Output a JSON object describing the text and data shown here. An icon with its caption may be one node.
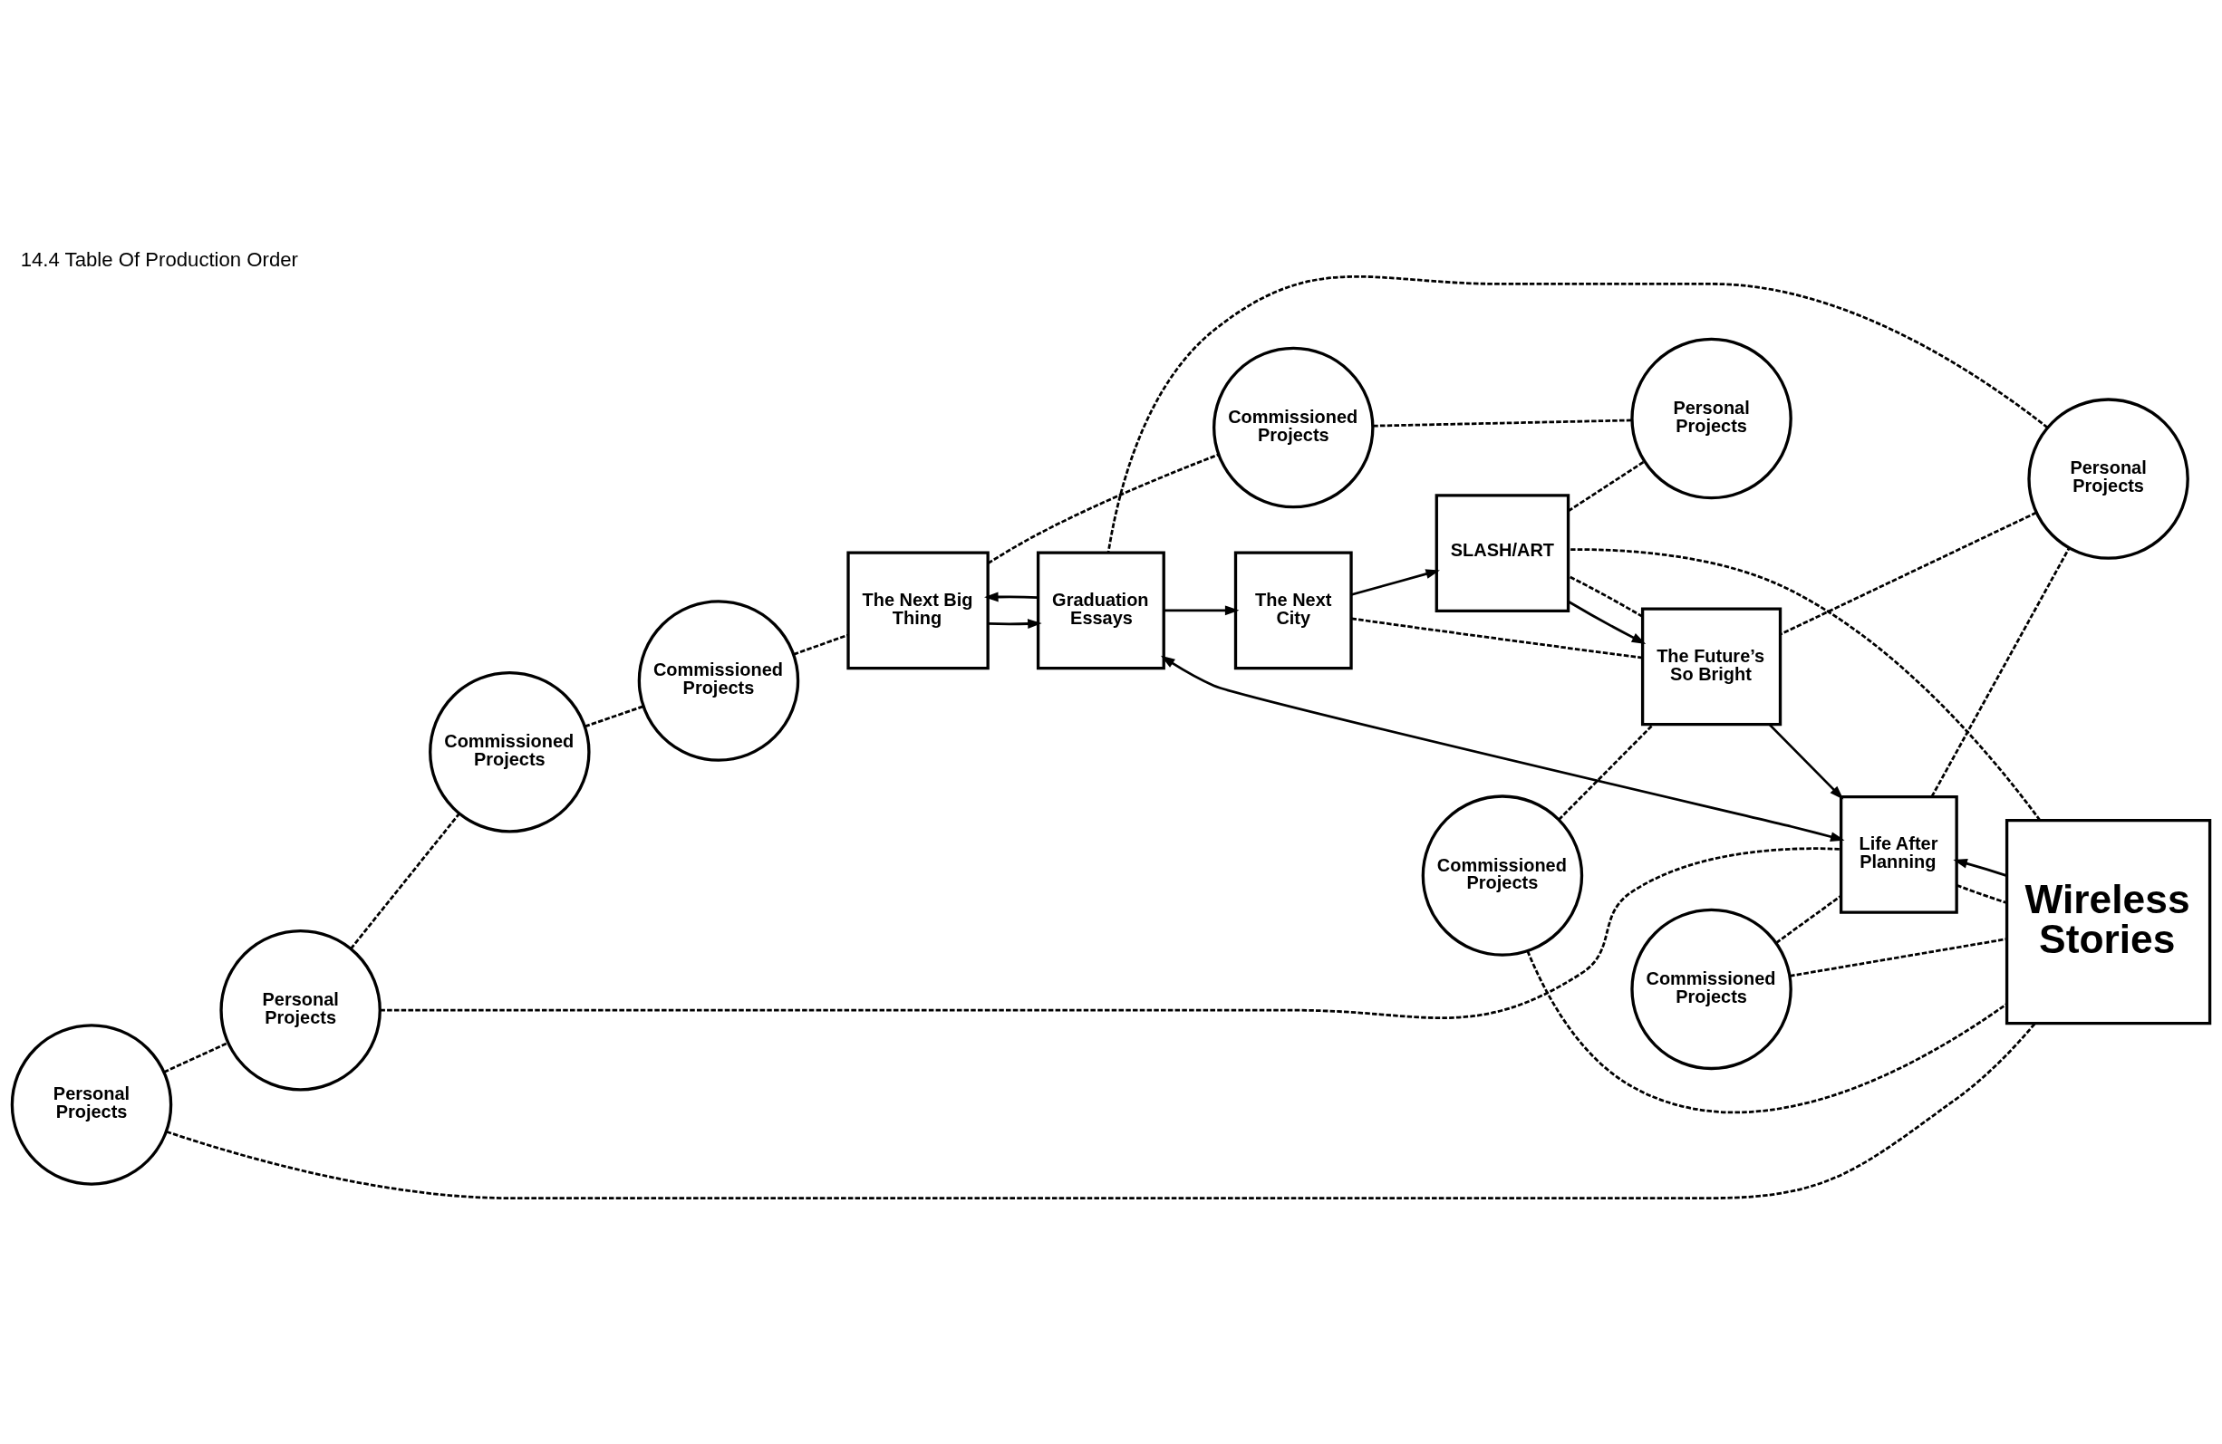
{
  "diagram": {
    "title": "14.4 Table Of Production Order",
    "nodes": [
      {
        "text": [
          "Personal Projects"
        ]
      },
      {
        "text": [
          "Commissioned Projects"
        ]
      },
      {
        "text": [
          "Commissioned Projects"
        ]
      },
      {
        "text": [
          "The Next Big Thing"
        ]
      },
      {
        "text": [
          "Commissioned Projects"
        ]
      },
      {
        "text": [
          "Personal Projects"
        ]
      },
      {
        "text": [
          "Life After Planning"
        ]
      },
      {
        "text": [
          "Graduation Essays"
        ]
      },
      {
        "text": [
          "Personal Projects"
        ]
      },
      {
        "text": [
          "Commissioned Projects"
        ]
      },
      {
        "text": [
          "Wireless Stories"
        ]
      },
      {
        "text": [
          "The Future’s So Bright"
        ]
      },
      {
        "text": [
          "The Next City"
        ]
      },
      {
        "text": [
          "Commissioned Projects"
        ]
      },
      {
        "text": [
          "SLASH/ART"
        ]
      },
      {
        "text": [
          "Personal Projects"
        ]
      }
    ],
    "edges": [
      {
        "from": 5,
        "to": 0,
        "arrow": "none",
        "style": "dashed"
      },
      {
        "from": 0,
        "to": 1,
        "arrow": "none",
        "style": "dashed"
      },
      {
        "from": 1,
        "to": 2,
        "arrow": "none",
        "style": "dashed"
      },
      {
        "from": 2,
        "to": 3,
        "arrow": "none",
        "style": "dashed"
      },
      {
        "from": 4,
        "to": 6,
        "arrow": "none",
        "style": "dashed"
      },
      {
        "from": 0,
        "to": 6,
        "arrow": "none",
        "style": "dashed"
      },
      {
        "from": 5,
        "to": 10,
        "arrow": "none",
        "style": "dashed"
      },
      {
        "from": 4,
        "to": 10,
        "arrow": "none",
        "style": "dashed"
      },
      {
        "from": 6,
        "to": 8,
        "arrow": "none",
        "style": "dashed"
      },
      {
        "from": 8,
        "to": 7,
        "arrow": "none",
        "style": "dashed"
      },
      {
        "from": 6,
        "to": 10,
        "arrow": "none",
        "style": "dashed"
      },
      {
        "from": 3,
        "to": 9,
        "arrow": "none",
        "style": "dashed"
      },
      {
        "from": 8,
        "to": 11,
        "arrow": "none",
        "style": "dashed"
      },
      {
        "from": 11,
        "to": 12,
        "arrow": "none",
        "style": "dashed"
      },
      {
        "from": 11,
        "to": 14,
        "arrow": "none",
        "style": "dashed"
      },
      {
        "from": 13,
        "to": 11,
        "arrow": "none",
        "style": "dashed"
      },
      {
        "from": 13,
        "to": 10,
        "arrow": "none",
        "style": "dashed"
      },
      {
        "from": 9,
        "to": 15,
        "arrow": "none",
        "style": "dashed"
      },
      {
        "from": 14,
        "to": 15,
        "arrow": "none",
        "style": "dashed"
      },
      {
        "from": 10,
        "to": 14,
        "arrow": "none",
        "style": "dashed"
      },
      {
        "from": 10,
        "to": 6,
        "arrow": "to"
      },
      {
        "from": 6,
        "to": 7,
        "arrow": "both"
      },
      {
        "from": 7,
        "to": 3,
        "arrow": "to"
      },
      {
        "from": 3,
        "to": 7,
        "arrow": "to"
      },
      {
        "from": 7,
        "to": 12,
        "arrow": "to"
      },
      {
        "from": 11,
        "to": 6,
        "arrow": "to"
      },
      {
        "from": 12,
        "to": 14,
        "arrow": "to"
      },
      {
        "from": 14,
        "to": 11,
        "arrow": "to"
      }
    ]
  }
}
